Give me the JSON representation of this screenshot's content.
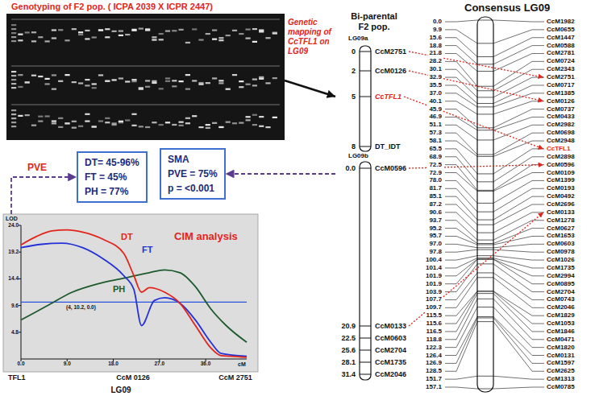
{
  "diagram": {
    "nodes": [
      {
        "text": [
          "Genotyping of F2 pop. ( ICPA 2039 X ICPR 2447)"
        ]
      },
      {
        "text": [
          "Bi-parental F2 pop."
        ]
      },
      {
        "text": [
          "Consensus LG09"
        ]
      },
      {
        "text": [
          "DT= 45-96%",
          "FT = 45%",
          "PH = 77%"
        ]
      },
      {
        "text": [
          "SMA",
          "PVE = 75%",
          "p = <0.001"
        ]
      },
      {
        "text": [
          "CIM analysis"
        ]
      }
    ],
    "edges": [
      {
        "from": 0,
        "to": 1,
        "arrow": "to",
        "label": "Genetic mapping of CcTFL1 on LG09"
      },
      {
        "from": 1,
        "to": 4,
        "arrow": "to"
      },
      {
        "from": 5,
        "to": 3,
        "arrow": "to",
        "label": "PVE"
      }
    ],
    "labels": [
      "LG09a",
      "0",
      "CcM2751",
      "2",
      "CcM0126",
      "5",
      "CcTFL1",
      "8",
      "DT_IDT",
      "LG09b",
      "0.0",
      "CcM0596",
      "20.9",
      "CcM0133",
      "22.5",
      "CcM0603",
      "25.6",
      "CcM2704",
      "28.1",
      "CcM1735",
      "31.4",
      "CcM2046",
      "0.0",
      "CcM1982",
      "9.9",
      "CcM0655",
      "15.6",
      "CcM1447",
      "18.8",
      "CcM0588",
      "21.8",
      "CcM2781",
      "28.2",
      "CcM0724",
      "30.1",
      "CcM2343",
      "32.9",
      "CcM2751",
      "35.5",
      "CcM0717",
      "37.0",
      "CcM1385",
      "40.1",
      "CcM0126",
      "45.9",
      "CcM0737",
      "46.9",
      "CcM0433",
      "51.1",
      "CcM2982",
      "57.3",
      "CcM0698",
      "58.1",
      "CcM2948",
      "65.5",
      "CcTFL1",
      "68.9",
      "CcM2898",
      "72.5",
      "CcM0596",
      "72.9",
      "CcM0109",
      "78.0",
      "CcM1399",
      "81.7",
      "CcM0193",
      "85.1",
      "CcM0492",
      "87.2",
      "CcM2696",
      "90.6",
      "CcM0133",
      "93.7",
      "CcM1278",
      "95.2",
      "CcM0627",
      "95.7",
      "CcM1653",
      "97.0",
      "CcM0603",
      "97.8",
      "CcM0978",
      "100.4",
      "CcM1026",
      "101.4",
      "CcM1735",
      "101.9",
      "CcM2994",
      "101.9",
      "CcM0895",
      "103.9",
      "CcM2704",
      "107.7",
      "CcM0743",
      "109.7",
      "CcM2046",
      "115.5",
      "CcM1829",
      "115.6",
      "CcM1053",
      "116.5",
      "CcM1846",
      "118.8",
      "CcM0471",
      "122.3",
      "CcM1820",
      "126.4",
      "CcM0131",
      "126.9",
      "CcM1597",
      "128.5",
      "CcM2625",
      "151.7",
      "CcM1313",
      "157.1",
      "CcM0785",
      "LOD",
      "24.0",
      "19.2",
      "14.4",
      "9.6",
      "4.8",
      "0.0",
      "9.0",
      "18.0",
      "27.0",
      "36.0",
      "cM",
      "DT",
      "FT",
      "PH",
      "(4, 10.2, 0.0)",
      "TFL1",
      "CcM 0126",
      "CcM 2751",
      "LG09"
    ]
  }
}
